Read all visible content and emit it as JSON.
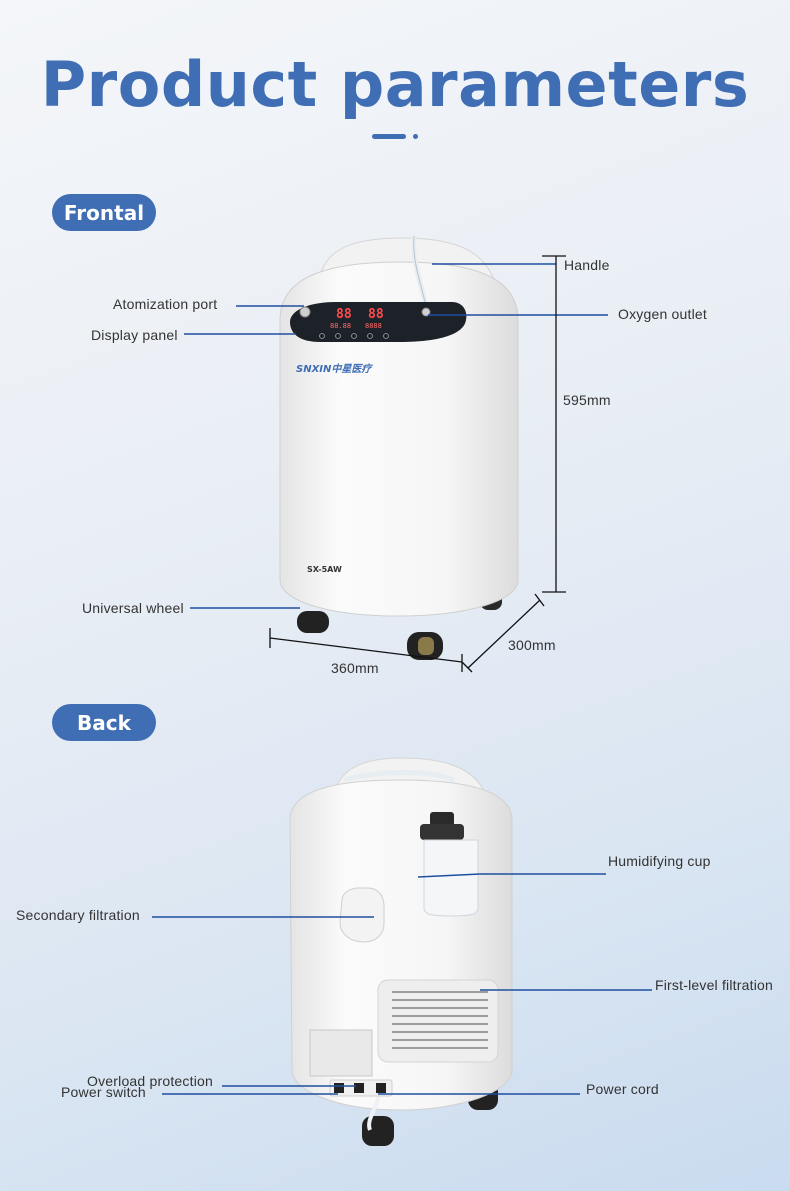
{
  "title": "Product parameters",
  "sections": {
    "frontal": {
      "label": "Frontal",
      "callouts": {
        "handle": "Handle",
        "atomization_port": "Atomization port",
        "oxygen_outlet": "Oxygen outlet",
        "display_panel": "Display panel",
        "universal_wheel": "Universal wheel"
      },
      "dimensions": {
        "height": "595mm",
        "width": "360mm",
        "depth": "300mm"
      },
      "device": {
        "brand": "SNXIN中星医疗",
        "model": "SX-5AW",
        "display_left": "88",
        "display_right": "88",
        "display_sub_left": "88.88",
        "display_sub_right": "8888"
      }
    },
    "back": {
      "label": "Back",
      "callouts": {
        "humidifying_cup": "Humidifying cup",
        "secondary_filtration": "Secondary filtration",
        "first_level_filtration": "First-level filtration",
        "overload_protection": "Overload protection",
        "power_switch": "Power switch",
        "power_cord": "Power cord"
      }
    }
  },
  "colors": {
    "accent": "#3f6eb5",
    "line": "#1f4fa0",
    "device": "#f7f7f7",
    "panel": "#1d2128"
  }
}
